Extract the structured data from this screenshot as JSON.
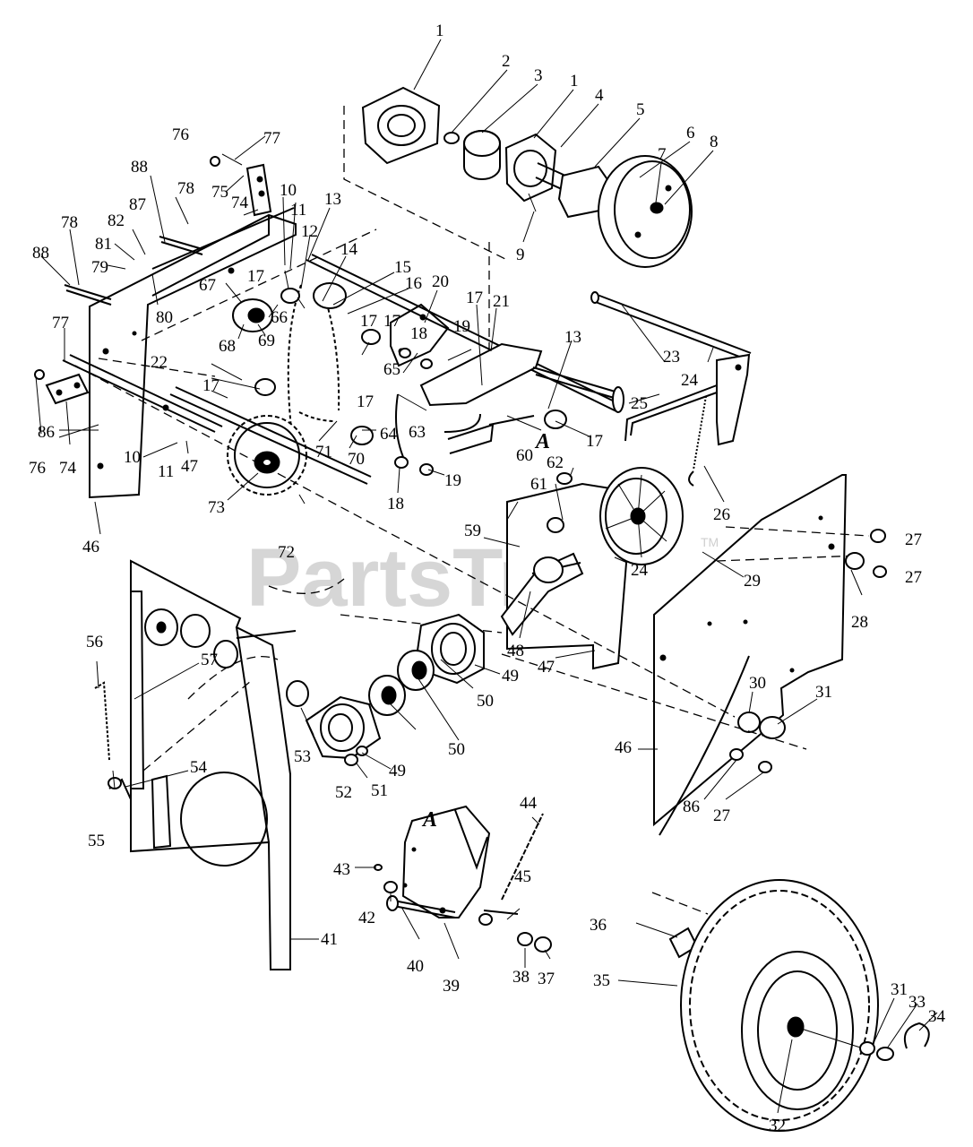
{
  "watermark": {
    "text": "PartsTree",
    "tm": "TM",
    "color": "#d6d6d6"
  },
  "diagram": {
    "detail_marker": "A",
    "callouts": [
      "1",
      "2",
      "3",
      "1",
      "4",
      "5",
      "6",
      "7",
      "8",
      "9",
      "10",
      "11",
      "12",
      "13",
      "14",
      "15",
      "16",
      "17",
      "18",
      "19",
      "20",
      "17",
      "21",
      "13",
      "23",
      "24",
      "25",
      "26",
      "27",
      "27",
      "28",
      "29",
      "30",
      "31",
      "32",
      "33",
      "34",
      "35",
      "36",
      "37",
      "38",
      "39",
      "40",
      "41",
      "42",
      "43",
      "44",
      "45",
      "46",
      "46",
      "47",
      "47",
      "48",
      "49",
      "49",
      "50",
      "50",
      "51",
      "52",
      "53",
      "54",
      "55",
      "56",
      "57",
      "59",
      "60",
      "61",
      "62",
      "24",
      "63",
      "64",
      "65",
      "66",
      "67",
      "68",
      "69",
      "70",
      "71",
      "72",
      "73",
      "74",
      "74",
      "75",
      "76",
      "76",
      "77",
      "77",
      "78",
      "78",
      "79",
      "80",
      "81",
      "82",
      "86",
      "86",
      "87",
      "88",
      "88",
      "10",
      "11",
      "17",
      "17",
      "17",
      "17",
      "17",
      "18",
      "19",
      "22",
      "27",
      "31"
    ]
  }
}
